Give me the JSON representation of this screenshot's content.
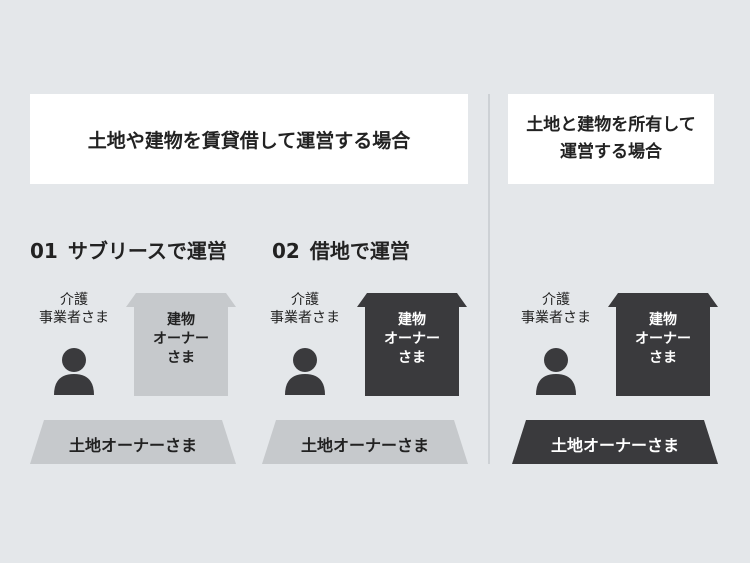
{
  "box_left": {
    "title": "土地や建物を賃貸借して運営する場合"
  },
  "box_right": {
    "title_line1": "土地と建物を所有して",
    "title_line2": "運営する場合"
  },
  "sections": [
    {
      "number": "01",
      "heading": "サブリースで運営",
      "person_line1": "介護",
      "person_line2": "事業者さま",
      "building_owner_lines": [
        "建物",
        "オーナー",
        "さま"
      ],
      "land_owner": "土地オーナーさま",
      "house_color": "#c6c9cc",
      "house_text_color": "#222222",
      "ground_color": "#c6c9cc",
      "ground_text_color": "#222222"
    },
    {
      "number": "02",
      "heading": "借地で運営",
      "person_line1": "介護",
      "person_line2": "事業者さま",
      "building_owner_lines": [
        "建物",
        "オーナー",
        "さま"
      ],
      "land_owner": "土地オーナーさま",
      "house_color": "#3a3a3d",
      "house_text_color": "#ffffff",
      "ground_color": "#c6c9cc",
      "ground_text_color": "#222222"
    },
    {
      "person_line1": "介護",
      "person_line2": "事業者さま",
      "building_owner_lines": [
        "建物",
        "オーナー",
        "さま"
      ],
      "land_owner": "土地オーナーさま",
      "house_color": "#3a3a3d",
      "house_text_color": "#ffffff",
      "ground_color": "#3a3a3d",
      "ground_text_color": "#ffffff"
    }
  ],
  "colors": {
    "person_icon": "#3a3a3d",
    "background": "#e4e7ea"
  }
}
